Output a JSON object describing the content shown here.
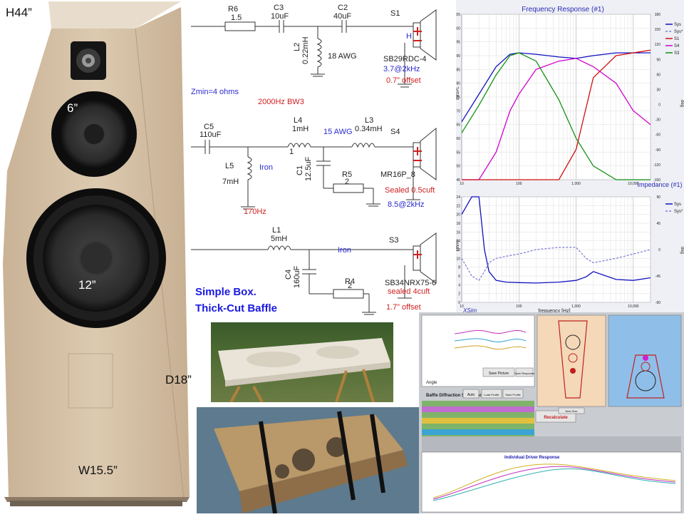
{
  "speaker": {
    "height_label": "H44”",
    "depth_label": "D18”",
    "width_label": "W15.5”",
    "mid_label": "6”",
    "woofer_label": "12”"
  },
  "schematic": {
    "r6": {
      "name": "R6",
      "value": "1.5"
    },
    "c3": {
      "name": "C3",
      "value": "10uF"
    },
    "c2": {
      "name": "C2",
      "value": "40uF"
    },
    "l2": {
      "name": "L2",
      "value": "0.22mH",
      "wire": "18 AWG"
    },
    "s1": {
      "name": "S1",
      "model": "SB29RDC-4",
      "level": "3.7@2kHz",
      "offset": "0.7” offset"
    },
    "zmin": "Zmin=4 ohms",
    "hp_filter": "2000Hz  BW3",
    "c5": {
      "name": "C5",
      "value": "110uF"
    },
    "l4": {
      "name": "L4",
      "value": "1mH",
      "num": "1"
    },
    "wire15": "15 AWG",
    "l3": {
      "name": "L3",
      "value": "0.34mH"
    },
    "s4": {
      "name": "S4",
      "model": "MR16P_8",
      "level": "8.5@2kHz",
      "box": "Sealed 0.5cuft"
    },
    "l5": {
      "name": "L5",
      "value": "7mH",
      "core": "Iron"
    },
    "c1": {
      "name": "C1",
      "value": "12.5uF"
    },
    "r5": {
      "name": "R5",
      "value": "2"
    },
    "bp_filter": "170Hz",
    "l1": {
      "name": "L1",
      "value": "5mH",
      "core": "Iron"
    },
    "s3": {
      "name": "S3",
      "model": "SB34NRX75-6",
      "box": "sealed 4cuft",
      "offset": "1.7” offset"
    },
    "c4": {
      "name": "C4",
      "value": "160uF"
    },
    "r4": {
      "name": "R4",
      "value": "2"
    },
    "h_marker": "H"
  },
  "caption": {
    "line1": "Simple Box.",
    "line2": "Thick-Cut Baffle"
  },
  "freq_chart": {
    "title": "Frequency Response (#1)",
    "ylabel": "dBSPL",
    "right_label": "deg",
    "legend": [
      "Sys",
      "Sys*",
      "S1",
      "S4",
      "S3"
    ],
    "yticks": [
      "105",
      "100",
      "95",
      "90",
      "85",
      "80",
      "75",
      "70",
      "65",
      "60",
      "55",
      "50",
      "45"
    ],
    "right_ticks": [
      "180",
      "150",
      "120",
      "90",
      "60",
      "30",
      "0",
      "-30",
      "-60",
      "-90",
      "-120",
      "-150"
    ],
    "xticks": [
      "10",
      "100",
      "1,000",
      "10,000"
    ],
    "colors": {
      "Sys": "#1010c0",
      "Sys*": "#8080d8",
      "S1": "#d01010",
      "S4": "#d000d0",
      "S3": "#109010"
    }
  },
  "imp_chart": {
    "title": "Impedance (#1)",
    "ylabel": "Ohms",
    "right_label": "deg",
    "legend": [
      "Sys",
      "Sys*"
    ],
    "yticks": [
      "24",
      "22",
      "20",
      "18",
      "16",
      "14",
      "12",
      "10",
      "8",
      "6",
      "4",
      "2",
      "0"
    ],
    "right_ticks": [
      "90",
      "45",
      "0",
      "-45",
      "-90"
    ],
    "xticks": [
      "10",
      "100",
      "1,000",
      "10,000"
    ],
    "xlabel": "frequency [Hz]",
    "brand": "XSim"
  },
  "sim": {
    "title": "Baffle Diffraction Simulator",
    "buttons": [
      "Save Picture",
      "Save Response",
      "Load Profile",
      "Save Profile",
      "Auto",
      "Recalculate",
      "Next Size"
    ],
    "panel_label": "Individual Driver Response",
    "graph_label": "Angle"
  },
  "chart_data": [
    {
      "type": "line",
      "title": "Frequency Response (#1)",
      "ylabel": "dBSPL",
      "xscale": "log",
      "xlim": [
        10,
        20000
      ],
      "ylim": [
        45,
        105
      ],
      "x": [
        10,
        20,
        40,
        70,
        100,
        200,
        500,
        1000,
        2000,
        5000,
        10000,
        20000
      ],
      "series": [
        {
          "name": "Sys",
          "values": [
            66,
            76,
            86,
            90.5,
            91,
            90.5,
            89.5,
            89,
            90,
            91,
            91,
            91
          ]
        },
        {
          "name": "S3",
          "values": [
            62,
            72,
            83,
            90,
            91,
            88,
            74,
            60,
            50,
            45,
            45,
            45
          ]
        },
        {
          "name": "S4",
          "values": [
            45,
            45,
            55,
            70,
            76,
            85,
            88,
            89,
            86,
            80,
            70,
            65
          ]
        },
        {
          "name": "S1",
          "values": [
            45,
            45,
            45,
            45,
            45,
            45,
            45,
            56,
            82,
            90,
            91,
            92
          ]
        }
      ]
    },
    {
      "type": "line",
      "title": "Impedance (#1)",
      "xlabel": "frequency [Hz]",
      "ylabel": "Ohms",
      "xscale": "log",
      "xlim": [
        10,
        20000
      ],
      "ylim": [
        0,
        24
      ],
      "x": [
        10,
        15,
        20,
        25,
        30,
        40,
        60,
        100,
        200,
        500,
        1000,
        1500,
        2000,
        5000,
        10000,
        20000
      ],
      "series": [
        {
          "name": "Sys",
          "values": [
            20,
            24,
            24,
            12,
            7,
            5,
            4.6,
            4.5,
            4.4,
            4.6,
            5.0,
            5.8,
            7.0,
            5.2,
            5.0,
            5.6
          ]
        },
        {
          "name": "Sys*",
          "values": [
            10,
            6,
            5,
            7,
            9,
            10,
            10.5,
            11,
            12,
            12.5,
            12.5,
            10,
            9,
            10,
            11,
            12
          ]
        }
      ]
    }
  ]
}
